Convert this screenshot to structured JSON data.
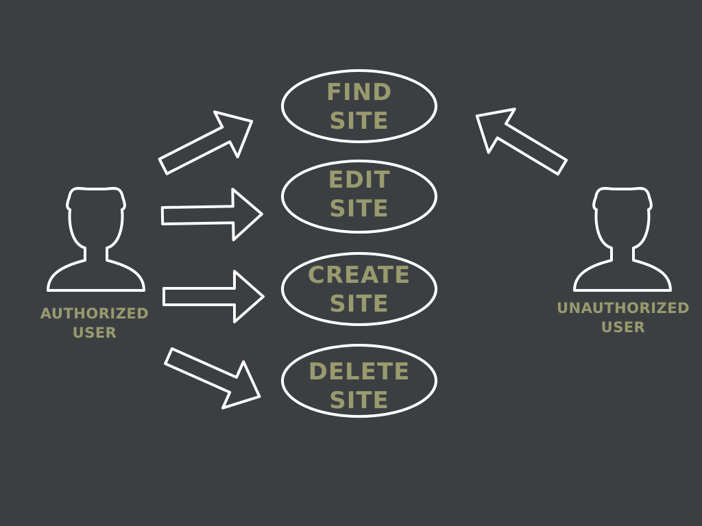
{
  "diagram": {
    "colors": {
      "background": "#3c3f42",
      "stroke": "#ffffff",
      "label": "#999a6e"
    },
    "actors": {
      "authorized": {
        "line1": "AUTHORIZED",
        "line2": "USER"
      },
      "unauthorized": {
        "line1": "UNAUTHORIZED",
        "line2": "USER"
      }
    },
    "use_cases": [
      {
        "line1": "FIND",
        "line2": "SITE"
      },
      {
        "line1": "EDIT",
        "line2": "SITE"
      },
      {
        "line1": "CREATE",
        "line2": "SITE"
      },
      {
        "line1": "DELETE",
        "line2": "SITE"
      }
    ]
  }
}
